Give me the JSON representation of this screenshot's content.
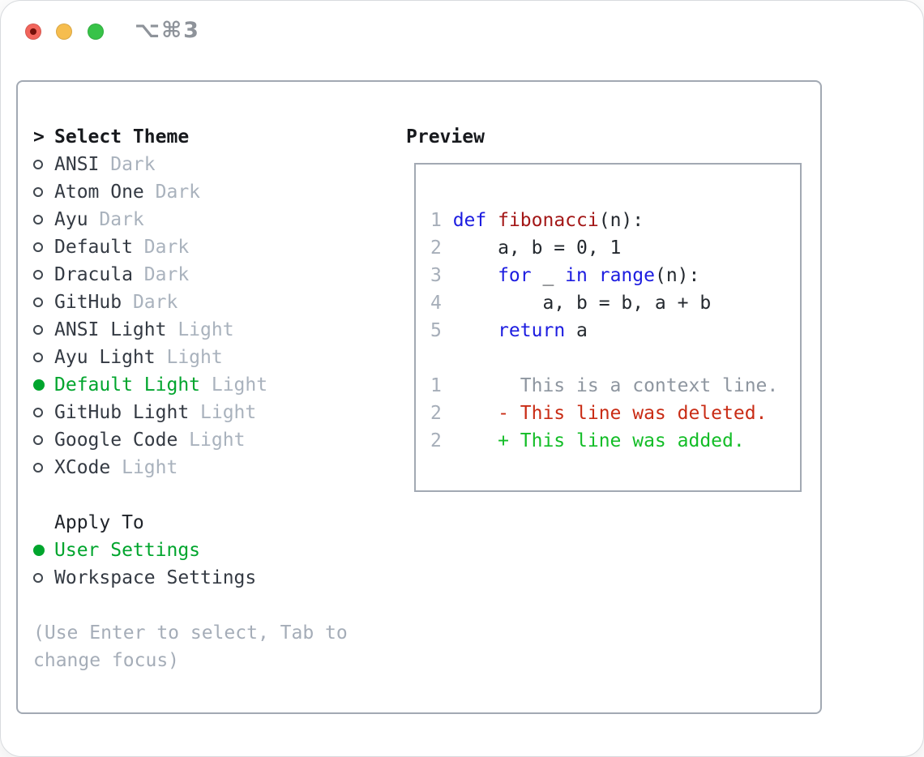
{
  "window": {
    "title": "⌥⌘3",
    "traffic_lights": [
      {
        "name": "close-button",
        "color": "#f2655c",
        "has_dot": true
      },
      {
        "name": "minimize-button",
        "color": "#f6bd4e",
        "has_dot": false
      },
      {
        "name": "zoom-button",
        "color": "#37c348",
        "has_dot": false
      }
    ]
  },
  "left": {
    "heading_prefix": ">",
    "heading": "Select Theme",
    "items": [
      {
        "name": "ANSI",
        "tag": "Dark",
        "selected": false
      },
      {
        "name": "Atom One",
        "tag": "Dark",
        "selected": false
      },
      {
        "name": "Ayu",
        "tag": "Dark",
        "selected": false
      },
      {
        "name": "Default",
        "tag": "Dark",
        "selected": false
      },
      {
        "name": "Dracula",
        "tag": "Dark",
        "selected": false
      },
      {
        "name": "GitHub",
        "tag": "Dark",
        "selected": false
      },
      {
        "name": "ANSI Light",
        "tag": "Light",
        "selected": false
      },
      {
        "name": "Ayu Light",
        "tag": "Light",
        "selected": false
      },
      {
        "name": "Default Light",
        "tag": "Light",
        "selected": true
      },
      {
        "name": "GitHub Light",
        "tag": "Light",
        "selected": false
      },
      {
        "name": "Google Code",
        "tag": "Light",
        "selected": false
      },
      {
        "name": "XCode",
        "tag": "Light",
        "selected": false
      }
    ],
    "apply_heading": "Apply To",
    "apply_options": [
      {
        "name": "User Settings",
        "selected": true
      },
      {
        "name": "Workspace Settings",
        "selected": false
      }
    ],
    "hint_lines": [
      "(Use Enter to select, Tab to",
      "change focus)"
    ]
  },
  "preview": {
    "heading": "Preview",
    "lines": [
      {
        "num": "1",
        "tokens": [
          {
            "t": "def",
            "s": "kw"
          },
          {
            "t": " ",
            "s": "pl"
          },
          {
            "t": "fibonacci",
            "s": "fn"
          },
          {
            "t": "(n):",
            "s": "pl"
          }
        ]
      },
      {
        "num": "2",
        "tokens": [
          {
            "t": "    a, b = 0, 1",
            "s": "pl"
          }
        ]
      },
      {
        "num": "3",
        "tokens": [
          {
            "t": "    ",
            "s": "pl"
          },
          {
            "t": "for",
            "s": "kw"
          },
          {
            "t": " _ ",
            "s": "pl"
          },
          {
            "t": "in",
            "s": "kw"
          },
          {
            "t": " ",
            "s": "pl"
          },
          {
            "t": "range",
            "s": "kw"
          },
          {
            "t": "(n):",
            "s": "pl"
          }
        ]
      },
      {
        "num": "4",
        "tokens": [
          {
            "t": "        a, b = b, a + b",
            "s": "pl"
          }
        ]
      },
      {
        "num": "5",
        "tokens": [
          {
            "t": "    ",
            "s": "pl"
          },
          {
            "t": "return",
            "s": "kw"
          },
          {
            "t": " a",
            "s": "pl"
          }
        ]
      },
      {
        "num": "",
        "tokens": []
      },
      {
        "num": "1",
        "tokens": [
          {
            "t": "      This is a context line.",
            "s": "ctx"
          }
        ]
      },
      {
        "num": "2",
        "tokens": [
          {
            "t": "    - This line was deleted.",
            "s": "del"
          }
        ]
      },
      {
        "num": "2",
        "tokens": [
          {
            "t": "    + This line was added.",
            "s": "add"
          }
        ]
      }
    ]
  },
  "colors": {
    "selected_green": "#00a52d",
    "added_green": "#13bd27",
    "deleted_red": "#c92c15",
    "keyword_blue": "#1c1ce0",
    "function_red": "#a31717",
    "tag_gray": "#a9b2bd",
    "hint_gray": "#a5adb8",
    "border_gray": "#a2a9b3",
    "title_gray": "#8e939a"
  }
}
